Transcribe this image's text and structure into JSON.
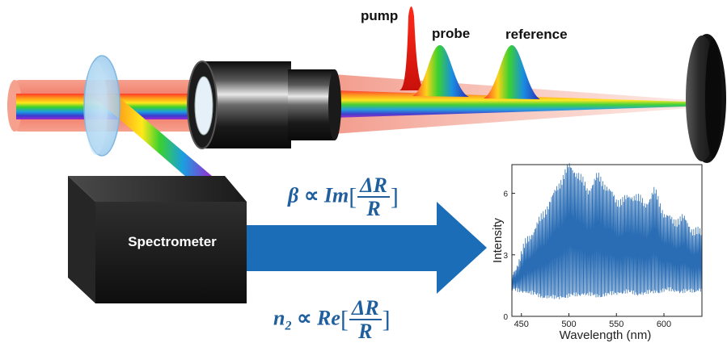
{
  "labels": {
    "pump": "pump",
    "probe": "probe",
    "reference": "reference",
    "spectrometer": "Spectrometer"
  },
  "formulas": {
    "beta": {
      "lhs": "β",
      "prop": "∝",
      "func": "Im",
      "num": "ΔR",
      "den": "R"
    },
    "n2": {
      "lhs": "n",
      "sub": "2",
      "prop": "∝",
      "func": "Re",
      "num": "ΔR",
      "den": "R"
    }
  },
  "colors": {
    "arrow": "#1c6db8",
    "formula": "#1f5f9e",
    "pump_peak": "#e01010",
    "beam_outer": "#f07a68",
    "housing": "#1b1b1b"
  },
  "chart_data": {
    "type": "line",
    "xlabel": "Wavelength (nm)",
    "ylabel": "Intensity",
    "xlim": [
      440,
      640
    ],
    "ylim": [
      0,
      7.4
    ],
    "x_ticks": [
      450,
      500,
      550,
      600
    ],
    "y_ticks": [
      0,
      3,
      6
    ],
    "series": [
      {
        "color": "#2a6db5",
        "upper_envelope": [
          [
            440,
            1.9
          ],
          [
            455,
            3.6
          ],
          [
            470,
            4.7
          ],
          [
            485,
            6.0
          ],
          [
            495,
            6.9
          ],
          [
            500,
            7.3
          ],
          [
            510,
            6.9
          ],
          [
            520,
            6.1
          ],
          [
            530,
            6.8
          ],
          [
            540,
            6.3
          ],
          [
            550,
            5.6
          ],
          [
            560,
            5.7
          ],
          [
            570,
            5.9
          ],
          [
            580,
            5.4
          ],
          [
            590,
            6.1
          ],
          [
            600,
            5.0
          ],
          [
            610,
            4.6
          ],
          [
            620,
            4.8
          ],
          [
            630,
            4.2
          ],
          [
            640,
            4.0
          ]
        ],
        "lower_envelope": [
          [
            440,
            1.2
          ],
          [
            455,
            1.1
          ],
          [
            470,
            0.9
          ],
          [
            485,
            0.8
          ],
          [
            500,
            0.9
          ],
          [
            515,
            1.0
          ],
          [
            530,
            0.9
          ],
          [
            545,
            1.0
          ],
          [
            560,
            1.1
          ],
          [
            575,
            1.0
          ],
          [
            590,
            1.1
          ],
          [
            605,
            1.2
          ],
          [
            620,
            1.1
          ],
          [
            640,
            1.2
          ]
        ]
      }
    ]
  }
}
